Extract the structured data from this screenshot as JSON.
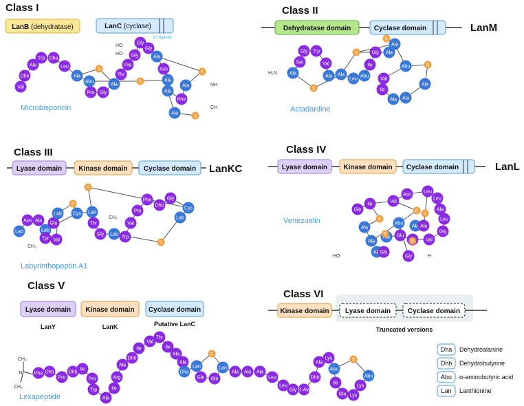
{
  "colors": {
    "blue": "#3a78d6",
    "purple": "#8a2be2",
    "orange": "#f0a040"
  },
  "class1": {
    "title": "Class I",
    "lanb_bold": "LanB",
    "lanb_rest": " (dehydratase)",
    "lanc_bold": "LanC",
    "lanc_rest": " (cyclase)",
    "zn": "Zn-ligands",
    "peptide": "Microbisporicin"
  },
  "class2": {
    "title": "Class II",
    "dehyd": "Dehydratase domain",
    "cyc": "Cyclase domain",
    "enzyme": "LanM",
    "peptide": "Actadardine",
    "h2n": "H₂N"
  },
  "class3": {
    "title": "Class III",
    "lyase": "Lyase domain",
    "kinase": "Kinase domain",
    "cyc": "Cyclase domain",
    "enzyme": "LanKC",
    "peptide": "Labyrinthopeptin A1"
  },
  "class4": {
    "title": "Class IV",
    "lyase": "Lyase domain",
    "kinase": "Kinase domain",
    "cyc": "Cyclase domain",
    "enzyme": "LanL",
    "peptide": "Venezuelin",
    "ho": "HO",
    "h": "H"
  },
  "class5": {
    "title": "Class V",
    "lyase": "Lyase domain",
    "kinase": "Kinase domain",
    "cyc": "Cyclase domain",
    "lany": "LanY",
    "lank": "LanK",
    "putative": "Putative LanC",
    "peptide": "Lexapeptide"
  },
  "class6": {
    "title": "Class VI",
    "kinase": "Kinase domain",
    "lyase": "Lyase domain",
    "cyc": "Cyclase domain",
    "truncated": "Truncated versions"
  },
  "legend": [
    {
      "abbr": "Dha",
      "name": "Dehydroalanine"
    },
    {
      "abbr": "Dhb",
      "name": "Dehydrobutyrine"
    },
    {
      "abbr": "Abu",
      "name": "α-aminobutyric acid"
    },
    {
      "abbr": "Lan",
      "name": "Lanthionine"
    }
  ],
  "peptides": {
    "micro": {
      "atoms": [
        [
          "Val",
          "p"
        ],
        [
          "Dhb",
          "p"
        ],
        [
          "Ala",
          "p"
        ],
        [
          "Trp",
          "p"
        ],
        [
          "Dha",
          "p"
        ],
        [
          "Leu",
          "p"
        ],
        [
          "Ala",
          "b"
        ],
        [
          "Abu",
          "b"
        ],
        [
          "Pro",
          "p"
        ],
        [
          "Gly",
          "p"
        ],
        [
          "Ala",
          "b"
        ],
        [
          "Thr",
          "p"
        ],
        [
          "Pro",
          "p"
        ],
        [
          "Gly",
          "p"
        ],
        [
          "Gly",
          "p"
        ],
        [
          "Gly",
          "p"
        ],
        [
          "Ala",
          "b"
        ],
        [
          "Asn",
          "p"
        ],
        [
          "Ala",
          "b"
        ],
        [
          "Ala",
          "b"
        ],
        [
          "Phe",
          "p"
        ],
        [
          "Ala",
          "b"
        ],
        [
          "Ala",
          "b"
        ],
        [
          "S",
          "s"
        ],
        [
          "S",
          "s"
        ],
        [
          "S",
          "s"
        ],
        [
          "S",
          "s"
        ]
      ]
    },
    "acta": {
      "atoms": [
        [
          "Ala",
          "b"
        ],
        [
          "Ser",
          "p"
        ],
        [
          "Gly",
          "p"
        ],
        [
          "Trp",
          "p"
        ],
        [
          "Val",
          "p"
        ],
        [
          "Ala",
          "b"
        ],
        [
          "Ala",
          "b"
        ],
        [
          "Leu",
          "b"
        ],
        [
          "Abu",
          "b"
        ],
        [
          "Ile",
          "p"
        ],
        [
          "Gly",
          "p"
        ],
        [
          "Ala",
          "b"
        ],
        [
          "Ala",
          "b"
        ],
        [
          "Abu",
          "b"
        ],
        [
          "Val",
          "p"
        ],
        [
          "Ile",
          "p"
        ],
        [
          "Ala",
          "b"
        ],
        [
          "Ala",
          "b"
        ],
        [
          "Ala",
          "b"
        ],
        [
          "S",
          "s"
        ],
        [
          "S",
          "s"
        ],
        [
          "S",
          "s"
        ],
        [
          "S",
          "s"
        ]
      ]
    },
    "laby": {
      "atoms": [
        [
          "Lab",
          "b"
        ],
        [
          "Asn",
          "p"
        ],
        [
          "Ala",
          "p"
        ],
        [
          "Lab",
          "b"
        ],
        [
          "Glu",
          "p"
        ],
        [
          "Lab",
          "b"
        ],
        [
          "Val",
          "p"
        ],
        [
          "Tpr",
          "p"
        ],
        [
          "Cys",
          "b"
        ],
        [
          "Lab",
          "b"
        ],
        [
          "Thr",
          "p"
        ],
        [
          "Gly",
          "p"
        ],
        [
          "Lab",
          "b"
        ],
        [
          "Trp",
          "p"
        ],
        [
          "Val",
          "p"
        ],
        [
          "Pro",
          "p"
        ],
        [
          "Phe",
          "p"
        ],
        [
          "Dhb",
          "p"
        ],
        [
          "Gly",
          "p"
        ],
        [
          "Cys",
          "b"
        ],
        [
          "Lab",
          "b"
        ],
        [
          "S",
          "s"
        ],
        [
          "S",
          "s"
        ],
        [
          "S",
          "s"
        ]
      ]
    },
    "vene": {
      "atoms": [
        [
          "Gly",
          "p"
        ],
        [
          "Ile",
          "p"
        ],
        [
          "Ala",
          "b"
        ],
        [
          "Val",
          "p"
        ],
        [
          "Asn",
          "p"
        ],
        [
          "Leu",
          "p"
        ],
        [
          "Leu",
          "p"
        ],
        [
          "Ala",
          "p"
        ],
        [
          "Leu",
          "p"
        ],
        [
          "Gly",
          "p"
        ],
        [
          "Val",
          "p"
        ],
        [
          "Ala",
          "p"
        ],
        [
          "Glu",
          "p"
        ],
        [
          "Ala",
          "b"
        ],
        [
          "Abu",
          "b"
        ],
        [
          "Gly",
          "p"
        ],
        [
          "Ala",
          "b"
        ],
        [
          "Ala",
          "b"
        ],
        [
          "Gly",
          "p"
        ],
        [
          "Ala",
          "b"
        ],
        [
          "Ala",
          "p"
        ],
        [
          "S",
          "s"
        ],
        [
          "S",
          "s"
        ],
        [
          "S",
          "s"
        ],
        [
          "S",
          "s"
        ],
        [
          "S",
          "s"
        ]
      ]
    },
    "lexa": {
      "atoms": [
        [
          "Phe",
          "p"
        ],
        [
          "Dhb",
          "p"
        ],
        [
          "Pro",
          "p"
        ],
        [
          "Dhb",
          "p"
        ],
        [
          "Ile",
          "p"
        ],
        [
          "Pro",
          "p"
        ],
        [
          "Trp",
          "p"
        ],
        [
          "Ala",
          "p"
        ],
        [
          "Ile",
          "p"
        ],
        [
          "Arg",
          "p"
        ],
        [
          "Ala",
          "p"
        ],
        [
          "Dhb",
          "p"
        ],
        [
          "Ile",
          "p"
        ],
        [
          "Val",
          "p"
        ],
        [
          "Thr",
          "p"
        ],
        [
          "Ile",
          "p"
        ],
        [
          "Ala",
          "p"
        ],
        [
          "Ala",
          "p"
        ],
        [
          "Dha",
          "b"
        ],
        [
          "Lan",
          "b"
        ],
        [
          "Gln",
          "p"
        ],
        [
          "Gln",
          "p"
        ],
        [
          "Lan",
          "b"
        ],
        [
          "Ala",
          "p"
        ],
        [
          "Ala",
          "p"
        ],
        [
          "Ala",
          "p"
        ],
        [
          "Leu",
          "p"
        ],
        [
          "Leu",
          "p"
        ],
        [
          "Gly",
          "p"
        ],
        [
          "D-Ala",
          "p"
        ],
        [
          "Dhb",
          "p"
        ],
        [
          "Ala",
          "p"
        ],
        [
          "Lys",
          "p"
        ],
        [
          "Abu",
          "b"
        ],
        [
          "Ile",
          "p"
        ],
        [
          "Glu",
          "p"
        ],
        [
          "Lys",
          "p"
        ],
        [
          "Lys",
          "p"
        ],
        [
          "Abu",
          "b"
        ],
        [
          "S",
          "s"
        ],
        [
          "S",
          "s"
        ]
      ]
    }
  }
}
